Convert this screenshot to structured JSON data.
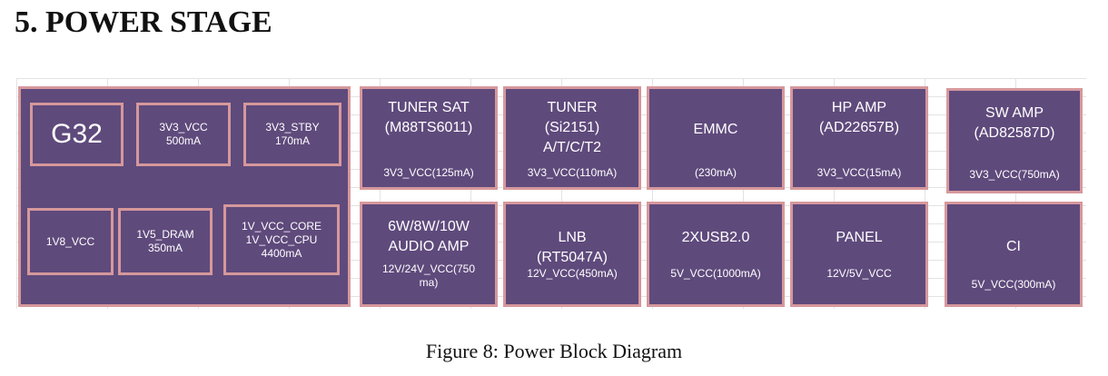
{
  "heading": "5.  POWER STAGE",
  "caption": "Figure 8: Power Block Diagram",
  "colors": {
    "block_fill": "#5f4a7c",
    "block_border": "#d6989c",
    "text": "#ffffff"
  },
  "soc": {
    "name": "G32",
    "rail_3v3_vcc": [
      "3V3_VCC",
      "500mA"
    ],
    "rail_3v3_stby": [
      "3V3_STBY",
      "170mA"
    ],
    "rail_1v8": "1V8_VCC",
    "rail_1v5": [
      "1V5_DRAM",
      "350mA"
    ],
    "rail_1v_core": [
      "1V_VCC_CORE",
      "1V_VCC_CPU",
      "4400mA"
    ]
  },
  "blocks": {
    "tuner_sat": {
      "title": [
        "TUNER SAT",
        "(M88TS6011)"
      ],
      "supply": "3V3_VCC(125mA)"
    },
    "tuner": {
      "title": [
        "TUNER",
        "(Si2151)",
        "A/T/C/T2"
      ],
      "supply": "3V3_VCC(110mA)"
    },
    "emmc": {
      "title": [
        "EMMC"
      ],
      "supply": "(230mA)"
    },
    "hp_amp": {
      "title": [
        "HP AMP",
        "(AD22657B)"
      ],
      "supply": "3V3_VCC(15mA)"
    },
    "sw_amp": {
      "title": [
        "SW AMP",
        "(AD82587D)"
      ],
      "supply": "3V3_VCC(750mA)"
    },
    "audio_amp": {
      "title": [
        "6W/8W/10W",
        "AUDIO AMP"
      ],
      "supply": [
        "12V/24V_VCC(750",
        "ma)"
      ]
    },
    "lnb": {
      "title": [
        "LNB",
        "(RT5047A)"
      ],
      "supply": "12V_VCC(450mA)"
    },
    "usb": {
      "title": [
        "2XUSB2.0"
      ],
      "supply": "5V_VCC(1000mA)"
    },
    "panel": {
      "title": [
        "PANEL"
      ],
      "supply": "12V/5V_VCC"
    },
    "ci": {
      "title": [
        "CI"
      ],
      "supply": "5V_VCC(300mA)"
    }
  }
}
